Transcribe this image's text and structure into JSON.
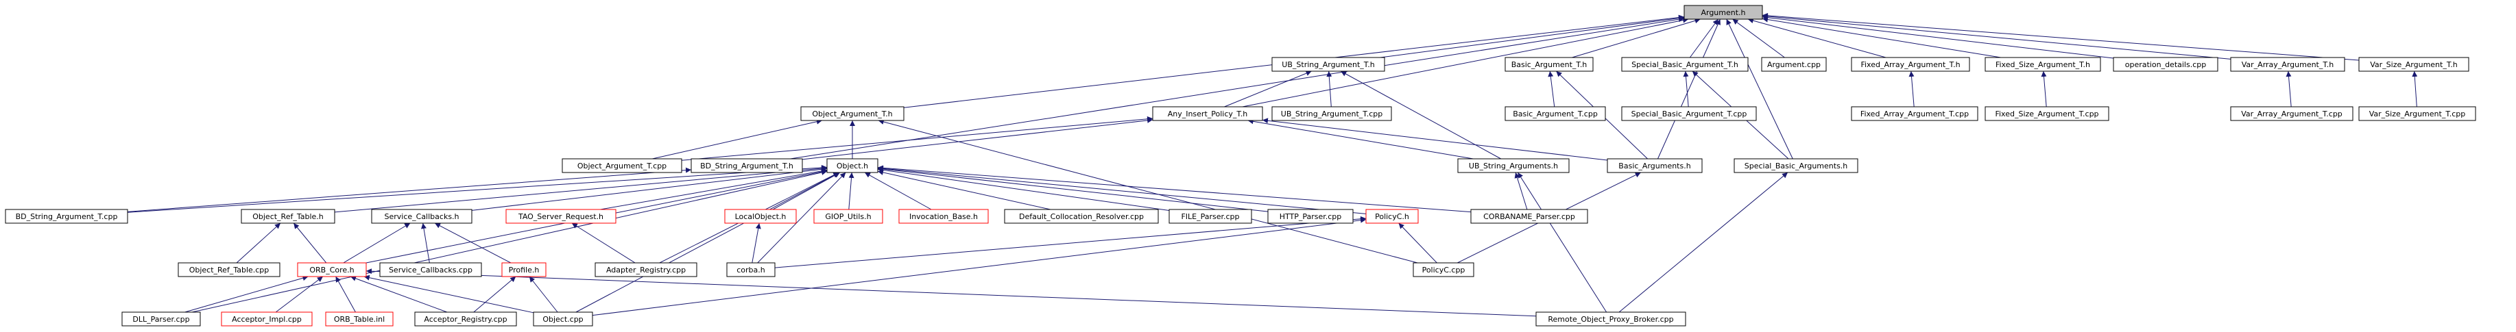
{
  "colors": {
    "background": "#ffffff",
    "edge": "#191970",
    "node_border": "#000000",
    "node_border_incomplete": "#ff0000",
    "node_text": "#000000",
    "root_fill": "#bfbfbf",
    "node_fill": "#ffffff"
  },
  "nodes": [
    {
      "id": "root",
      "label": "Argument.h",
      "style": "root"
    },
    {
      "id": "ubs_t_h",
      "label": "UB_String_Argument_T.h",
      "style": "normal"
    },
    {
      "id": "basic_t_h",
      "label": "Basic_Argument_T.h",
      "style": "normal"
    },
    {
      "id": "sbasic_t_h",
      "label": "Special_Basic_Argument_T.h",
      "style": "normal"
    },
    {
      "id": "argument_cpp",
      "label": "Argument.cpp",
      "style": "normal"
    },
    {
      "id": "farr_t_h",
      "label": "Fixed_Array_Argument_T.h",
      "style": "normal"
    },
    {
      "id": "fsize_t_h",
      "label": "Fixed_Size_Argument_T.h",
      "style": "normal"
    },
    {
      "id": "opdetails",
      "label": "operation_details.cpp",
      "style": "normal"
    },
    {
      "id": "varr_t_h",
      "label": "Var_Array_Argument_T.h",
      "style": "normal"
    },
    {
      "id": "vsize_t_h",
      "label": "Var_Size_Argument_T.h",
      "style": "normal"
    },
    {
      "id": "obj_t_h",
      "label": "Object_Argument_T.h",
      "style": "normal"
    },
    {
      "id": "any_t_h",
      "label": "Any_Insert_Policy_T.h",
      "style": "normal"
    },
    {
      "id": "ubs_t_cpp",
      "label": "UB_String_Argument_T.cpp",
      "style": "normal"
    },
    {
      "id": "basic_t_cpp",
      "label": "Basic_Argument_T.cpp",
      "style": "normal"
    },
    {
      "id": "sbasic_t_cpp",
      "label": "Special_Basic_Argument_T.cpp",
      "style": "normal"
    },
    {
      "id": "farr_t_cpp",
      "label": "Fixed_Array_Argument_T.cpp",
      "style": "normal"
    },
    {
      "id": "fsize_t_cpp",
      "label": "Fixed_Size_Argument_T.cpp",
      "style": "normal"
    },
    {
      "id": "varr_t_cpp",
      "label": "Var_Array_Argument_T.cpp",
      "style": "normal"
    },
    {
      "id": "vsize_t_cpp",
      "label": "Var_Size_Argument_T.cpp",
      "style": "normal"
    },
    {
      "id": "obj_t_cpp",
      "label": "Object_Argument_T.cpp",
      "style": "normal"
    },
    {
      "id": "bds_t_h",
      "label": "BD_String_Argument_T.h",
      "style": "normal"
    },
    {
      "id": "object_h",
      "label": "Object.h",
      "style": "normal"
    },
    {
      "id": "ubs_args_h",
      "label": "UB_String_Arguments.h",
      "style": "normal"
    },
    {
      "id": "basic_args_h",
      "label": "Basic_Arguments.h",
      "style": "normal"
    },
    {
      "id": "sbasic_args_h",
      "label": "Special_Basic_Arguments.h",
      "style": "normal"
    },
    {
      "id": "bds_t_cpp",
      "label": "BD_String_Argument_T.cpp",
      "style": "normal"
    },
    {
      "id": "objref_h",
      "label": "Object_Ref_Table.h",
      "style": "normal"
    },
    {
      "id": "svccb_h",
      "label": "Service_Callbacks.h",
      "style": "normal"
    },
    {
      "id": "tao_req_h",
      "label": "TAO_Server_Request.h",
      "style": "incomplete"
    },
    {
      "id": "localobj_h",
      "label": "LocalObject.h",
      "style": "incomplete"
    },
    {
      "id": "giop_h",
      "label": "GIOP_Utils.h",
      "style": "incomplete"
    },
    {
      "id": "invbase_h",
      "label": "Invocation_Base.h",
      "style": "incomplete"
    },
    {
      "id": "defcoll_cpp",
      "label": "Default_Collocation_Resolver.cpp",
      "style": "normal"
    },
    {
      "id": "filep_cpp",
      "label": "FILE_Parser.cpp",
      "style": "normal"
    },
    {
      "id": "httpp_cpp",
      "label": "HTTP_Parser.cpp",
      "style": "normal"
    },
    {
      "id": "policyc_h",
      "label": "PolicyC.h",
      "style": "incomplete"
    },
    {
      "id": "corbaname_cpp",
      "label": "CORBANAME_Parser.cpp",
      "style": "normal"
    },
    {
      "id": "objref_cpp",
      "label": "Object_Ref_Table.cpp",
      "style": "normal"
    },
    {
      "id": "orbcore_h",
      "label": "ORB_Core.h",
      "style": "incomplete"
    },
    {
      "id": "svccb_cpp",
      "label": "Service_Callbacks.cpp",
      "style": "normal"
    },
    {
      "id": "profile_h",
      "label": "Profile.h",
      "style": "incomplete"
    },
    {
      "id": "adapreg_cpp",
      "label": "Adapter_Registry.cpp",
      "style": "normal"
    },
    {
      "id": "corba_h",
      "label": "corba.h",
      "style": "normal"
    },
    {
      "id": "policyc_cpp",
      "label": "PolicyC.cpp",
      "style": "normal"
    },
    {
      "id": "dllp_cpp",
      "label": "DLL_Parser.cpp",
      "style": "normal"
    },
    {
      "id": "accimpl_cpp",
      "label": "Acceptor_Impl.cpp",
      "style": "incomplete"
    },
    {
      "id": "orbtable_inl",
      "label": "ORB_Table.inl",
      "style": "incomplete"
    },
    {
      "id": "accreg_cpp",
      "label": "Acceptor_Registry.cpp",
      "style": "normal"
    },
    {
      "id": "object_cpp",
      "label": "Object.cpp",
      "style": "normal"
    },
    {
      "id": "remote_cpp",
      "label": "Remote_Object_Proxy_Broker.cpp",
      "style": "normal"
    }
  ],
  "edges": [
    [
      "ubs_t_h",
      "root"
    ],
    [
      "basic_t_h",
      "root"
    ],
    [
      "sbasic_t_h",
      "root"
    ],
    [
      "argument_cpp",
      "root"
    ],
    [
      "farr_t_h",
      "root"
    ],
    [
      "fsize_t_h",
      "root"
    ],
    [
      "opdetails",
      "root"
    ],
    [
      "varr_t_h",
      "root"
    ],
    [
      "vsize_t_h",
      "root"
    ],
    [
      "obj_t_h",
      "root"
    ],
    [
      "any_t_h",
      "root"
    ],
    [
      "bds_t_h",
      "root"
    ],
    [
      "basic_args_h",
      "root"
    ],
    [
      "sbasic_args_h",
      "root"
    ],
    [
      "ubs_t_cpp",
      "ubs_t_h"
    ],
    [
      "ubs_args_h",
      "ubs_t_h"
    ],
    [
      "any_t_h",
      "ubs_t_h"
    ],
    [
      "basic_t_cpp",
      "basic_t_h"
    ],
    [
      "basic_args_h",
      "basic_t_h"
    ],
    [
      "sbasic_t_cpp",
      "sbasic_t_h"
    ],
    [
      "sbasic_args_h",
      "sbasic_t_h"
    ],
    [
      "farr_t_cpp",
      "farr_t_h"
    ],
    [
      "fsize_t_cpp",
      "fsize_t_h"
    ],
    [
      "varr_t_cpp",
      "varr_t_h"
    ],
    [
      "vsize_t_cpp",
      "vsize_t_h"
    ],
    [
      "obj_t_cpp",
      "obj_t_h"
    ],
    [
      "object_h",
      "obj_t_h"
    ],
    [
      "policyc_cpp",
      "obj_t_h"
    ],
    [
      "obj_t_cpp",
      "any_t_h"
    ],
    [
      "bds_t_h",
      "any_t_h"
    ],
    [
      "ubs_args_h",
      "any_t_h"
    ],
    [
      "basic_args_h",
      "any_t_h"
    ],
    [
      "bds_t_cpp",
      "bds_t_h"
    ],
    [
      "bds_t_cpp",
      "object_h"
    ],
    [
      "objref_h",
      "object_h"
    ],
    [
      "svccb_h",
      "object_h"
    ],
    [
      "tao_req_h",
      "object_h"
    ],
    [
      "localobj_h",
      "object_h"
    ],
    [
      "giop_h",
      "object_h"
    ],
    [
      "invbase_h",
      "object_h"
    ],
    [
      "defcoll_cpp",
      "object_h"
    ],
    [
      "filep_cpp",
      "object_h"
    ],
    [
      "httpp_cpp",
      "object_h"
    ],
    [
      "policyc_h",
      "object_h"
    ],
    [
      "corbaname_cpp",
      "object_h"
    ],
    [
      "orbcore_h",
      "object_h"
    ],
    [
      "adapreg_cpp",
      "object_h"
    ],
    [
      "corba_h",
      "object_h"
    ],
    [
      "dllp_cpp",
      "object_h"
    ],
    [
      "object_cpp",
      "object_h"
    ],
    [
      "corbaname_cpp",
      "ubs_args_h"
    ],
    [
      "remote_cpp",
      "ubs_args_h"
    ],
    [
      "policyc_cpp",
      "basic_args_h"
    ],
    [
      "remote_cpp",
      "sbasic_args_h"
    ],
    [
      "objref_cpp",
      "objref_h"
    ],
    [
      "orbcore_h",
      "objref_h"
    ],
    [
      "orbcore_h",
      "svccb_h"
    ],
    [
      "svccb_cpp",
      "svccb_h"
    ],
    [
      "profile_h",
      "svccb_h"
    ],
    [
      "adapreg_cpp",
      "tao_req_h"
    ],
    [
      "corba_h",
      "localobj_h"
    ],
    [
      "corba_h",
      "policyc_h"
    ],
    [
      "policyc_cpp",
      "policyc_h"
    ],
    [
      "object_cpp",
      "policyc_h"
    ],
    [
      "dllp_cpp",
      "orbcore_h"
    ],
    [
      "accimpl_cpp",
      "orbcore_h"
    ],
    [
      "orbtable_inl",
      "orbcore_h"
    ],
    [
      "accreg_cpp",
      "orbcore_h"
    ],
    [
      "object_cpp",
      "orbcore_h"
    ],
    [
      "remote_cpp",
      "orbcore_h"
    ],
    [
      "accreg_cpp",
      "profile_h"
    ],
    [
      "object_cpp",
      "profile_h"
    ]
  ]
}
